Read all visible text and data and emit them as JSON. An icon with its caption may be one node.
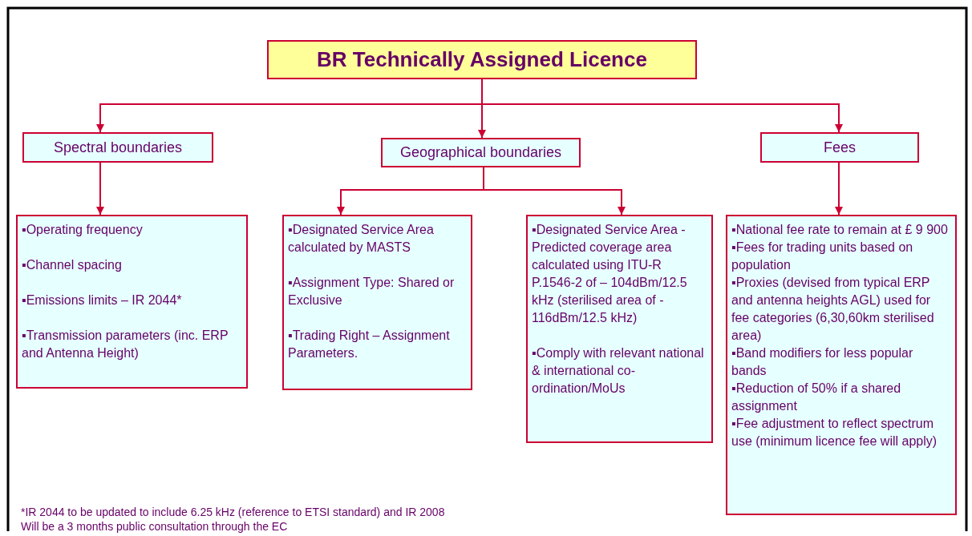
{
  "diagram": {
    "nodes": [
      {
        "text": [
          "BR Technically Assigned Licence"
        ]
      },
      {
        "text": [
          "Spectral boundaries"
        ]
      },
      {
        "text": [
          "Geographical boundaries"
        ]
      },
      {
        "text": [
          "Fees"
        ]
      },
      {
        "text": [
          "▪Operating frequency",
          "▪Channel spacing",
          "▪Emissions limits – IR 2044*",
          "▪Transmission parameters (inc. ERP and Antenna Height)"
        ]
      },
      {
        "text": [
          "▪Designated Service Area calculated by MASTS",
          "▪Assignment Type: Shared or Exclusive",
          "▪Trading Right – Assignment Parameters."
        ]
      },
      {
        "text": [
          "▪Designated Service Area - Predicted coverage area calculated using ITU-R P.1546-2 of – 104dBm/12.5 kHz (sterilised area of - 116dBm/12.5 kHz)",
          "▪Comply with relevant national & international co-ordination/MoUs"
        ]
      },
      {
        "text": [
          "▪National fee rate  to remain at £ 9 900",
          "▪Fees for trading units  based on population",
          "▪Proxies (devised from typical ERP and antenna heights AGL) used for fee categories (6,30,60km sterilised area)",
          "▪Band modifiers for less popular bands",
          "▪Reduction of 50% if a shared assignment",
          "▪Fee adjustment to reflect spectrum use (minimum licence fee will apply)"
        ]
      }
    ],
    "edges": [
      {
        "from": 0,
        "to": 1,
        "arrow": "to"
      },
      {
        "from": 0,
        "to": 2,
        "arrow": "to"
      },
      {
        "from": 0,
        "to": 3,
        "arrow": "to"
      },
      {
        "from": 1,
        "to": 4,
        "arrow": "to"
      },
      {
        "from": 2,
        "to": 5,
        "arrow": "to"
      },
      {
        "from": 2,
        "to": 6,
        "arrow": "to"
      },
      {
        "from": 3,
        "to": 7,
        "arrow": "to"
      }
    ],
    "labels": [
      "*IR 2044 to be updated to include 6.25 kHz (reference to ETSI standard) and IR 2008",
      "Will be a 3 months public consultation through the EC"
    ]
  }
}
